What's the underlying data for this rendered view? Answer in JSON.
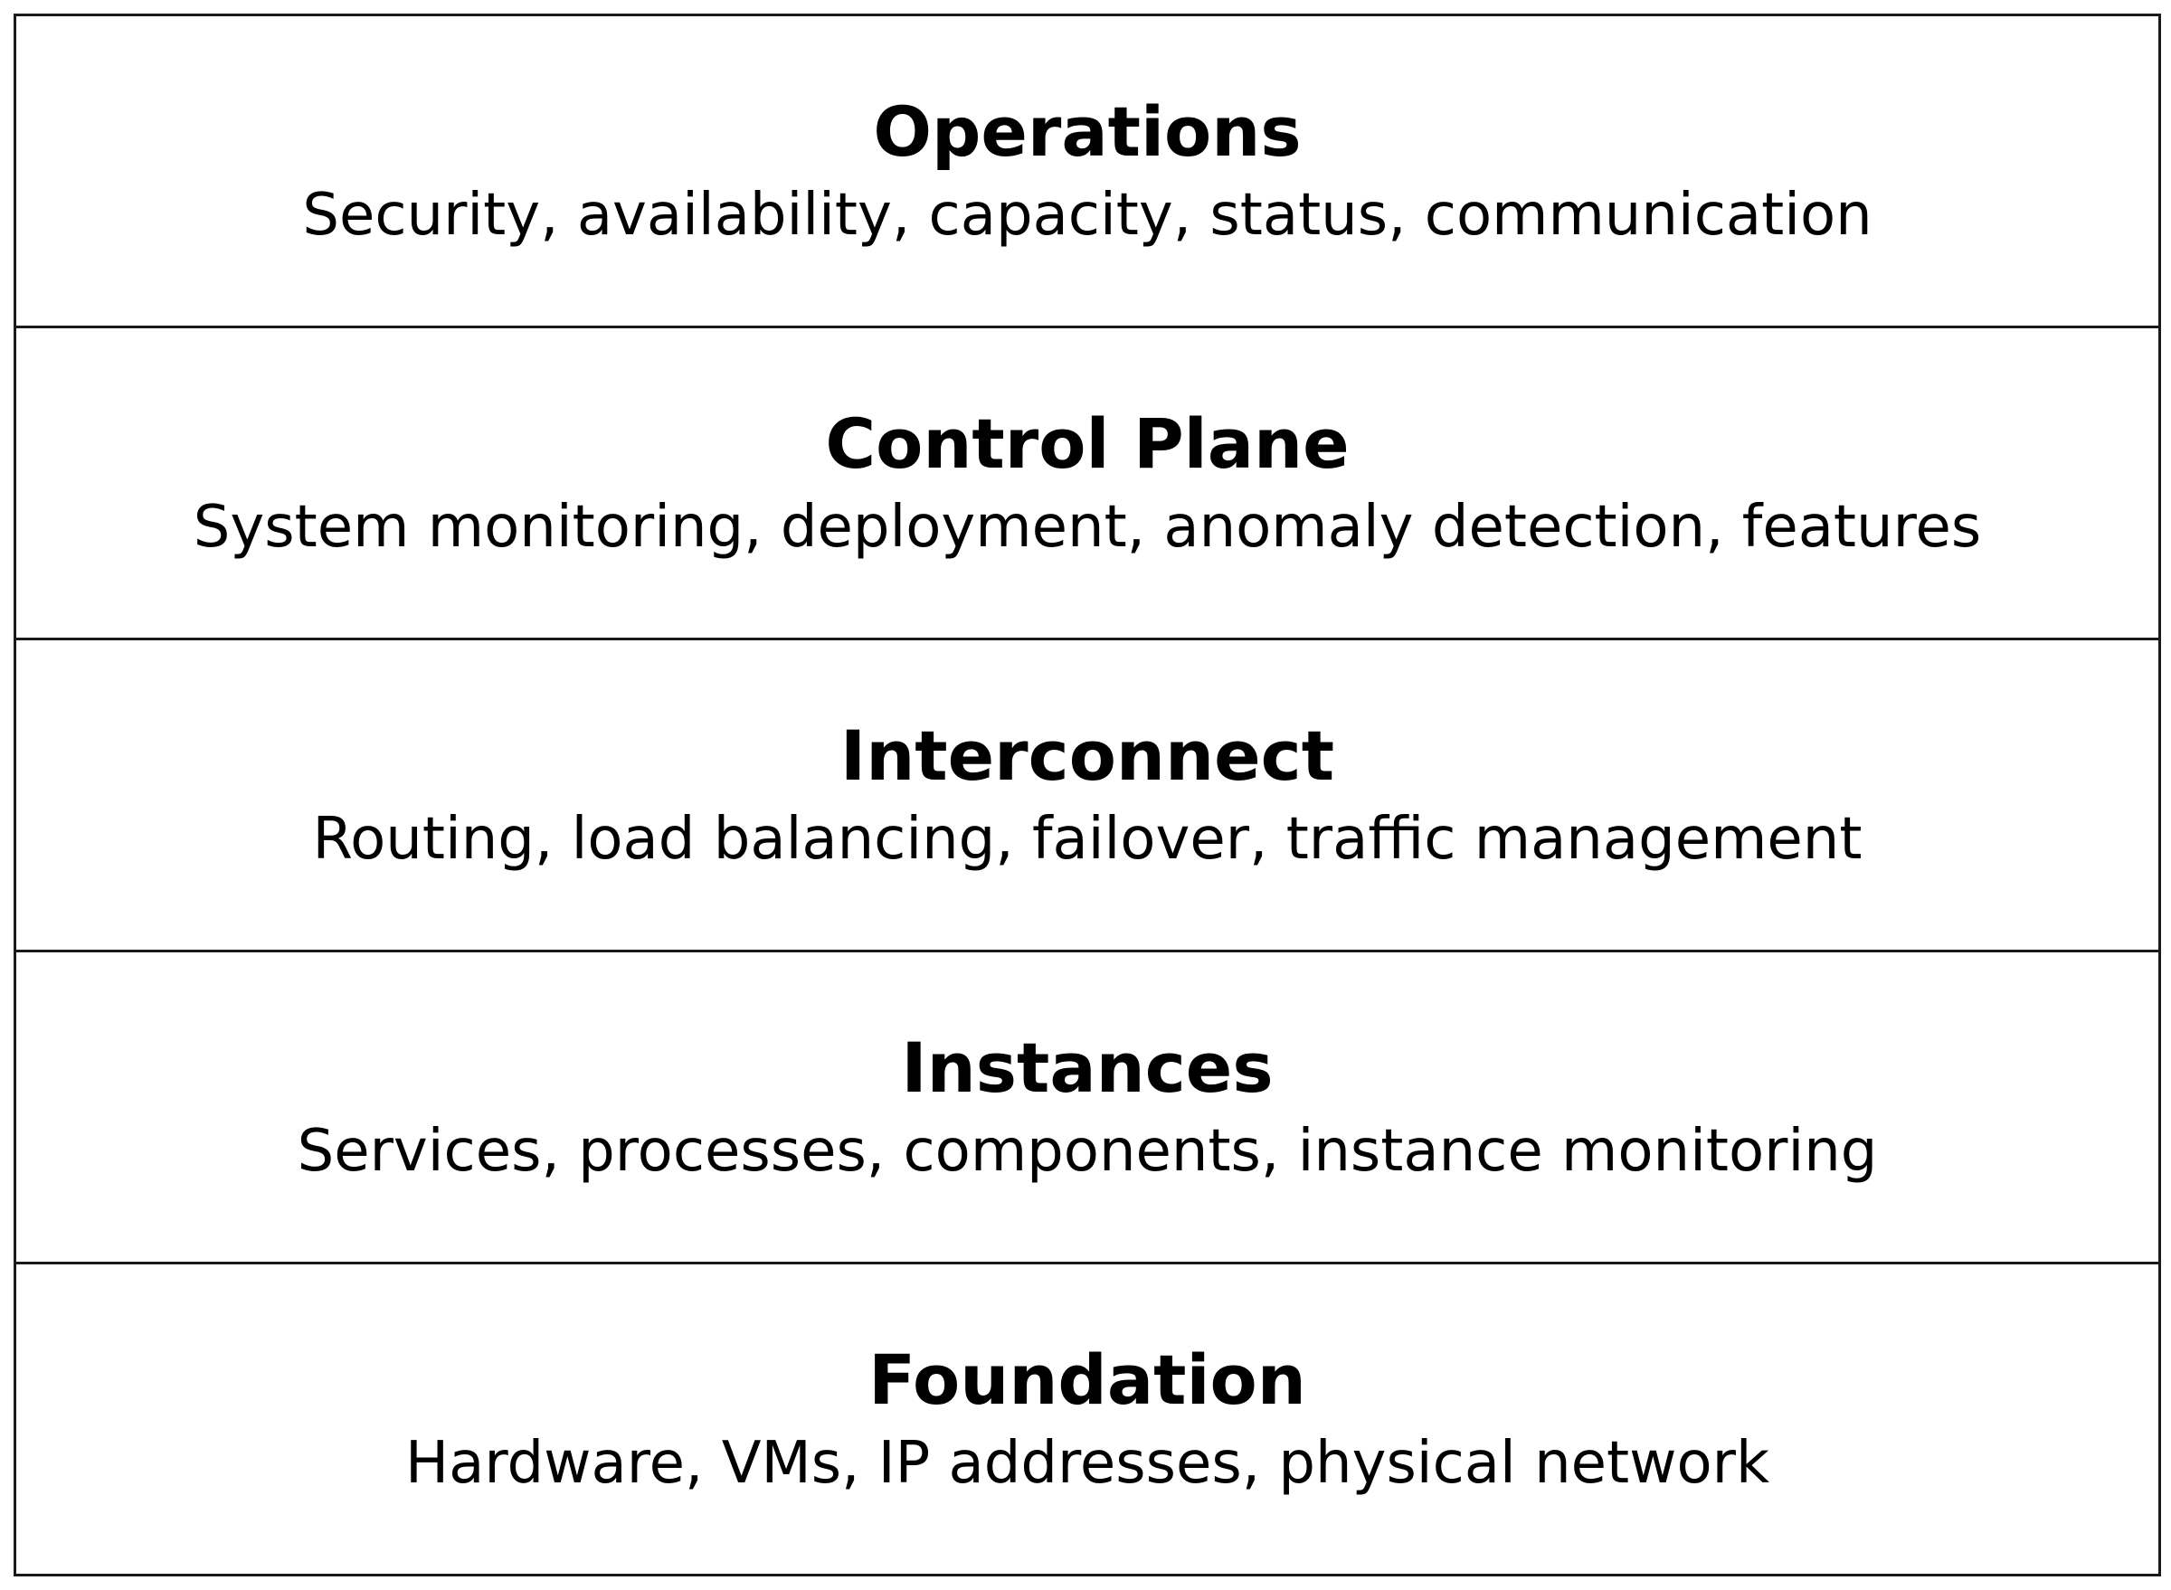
{
  "layers": [
    {
      "title": "Operations",
      "description": "Security, availability, capacity, status, communication"
    },
    {
      "title": "Control Plane",
      "description": "System monitoring, deployment, anomaly detection, features"
    },
    {
      "title": "Interconnect",
      "description": "Routing, load balancing, failover, traffic management"
    },
    {
      "title": "Instances",
      "description": "Services, processes, components, instance monitoring"
    },
    {
      "title": "Foundation",
      "description": "Hardware, VMs, IP addresses, physical network"
    }
  ]
}
